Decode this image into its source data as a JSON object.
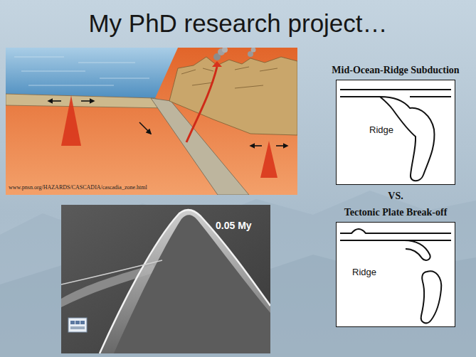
{
  "diagram": {
    "title": "My PhD research project…",
    "nodes": [
      {
        "text": [
          "Mid-Ocean-Ridge Subduction",
          "Ridge"
        ]
      },
      {
        "text": [
          "Tectonic Plate Break-off",
          "Ridge"
        ]
      }
    ],
    "labels": [
      "www.pnsn.org/HAZARDS/CASCADIA/cascadia_zone.html",
      "0.05 My",
      "VS."
    ]
  }
}
